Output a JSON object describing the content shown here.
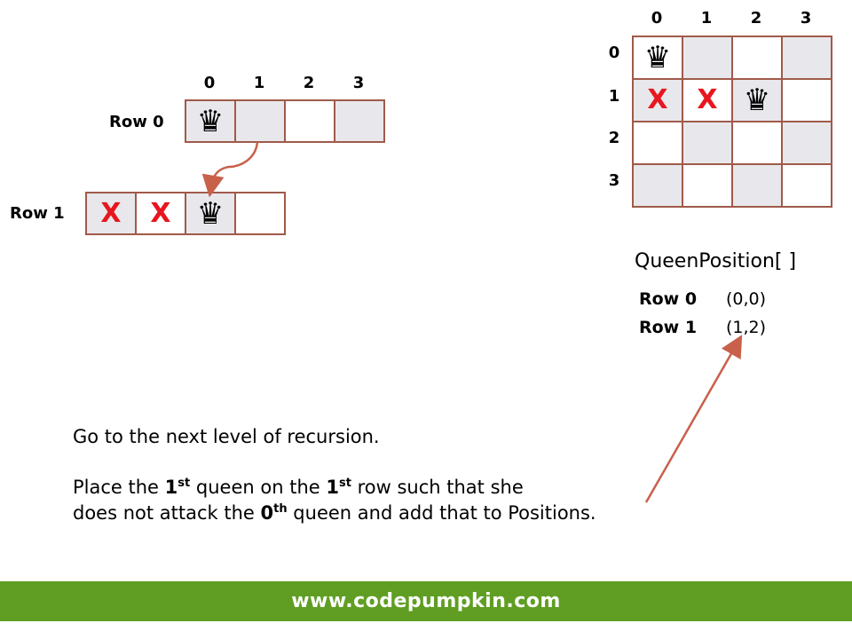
{
  "left": {
    "col_indices": [
      "0",
      "1",
      "2",
      "3"
    ],
    "row0_label": "Row 0",
    "row1_label": "Row 1",
    "row0_cells": [
      "queen",
      "",
      "",
      ""
    ],
    "row1_cells": [
      "x",
      "x",
      "queen",
      ""
    ]
  },
  "board": {
    "col_indices": [
      "0",
      "1",
      "2",
      "3"
    ],
    "row_indices": [
      "0",
      "1",
      "2",
      "3"
    ],
    "cells": [
      [
        "queen",
        "",
        "",
        ""
      ],
      [
        "x",
        "x",
        "queen",
        ""
      ],
      [
        "",
        "",
        "",
        ""
      ],
      [
        "",
        "",
        "",
        ""
      ]
    ]
  },
  "positions": {
    "title": "QueenPosition[ ]",
    "rows": [
      {
        "label": "Row 0",
        "value": "(0,0)"
      },
      {
        "label": "Row 1",
        "value": "(1,2)"
      }
    ]
  },
  "text": {
    "line1": "Go to the next level of recursion.",
    "line2a": "Place the ",
    "line2b": "1",
    "line2c": "st",
    "line2d": " queen on the ",
    "line2e": "1",
    "line2f": "st",
    "line2g": " row such that she",
    "line3a": "does not attack the ",
    "line3b": "0",
    "line3c": "th",
    "line3d": " queen and add that to Positions."
  },
  "footer": "www.codepumpkin.com",
  "icons": {
    "queen": "queen-icon",
    "x": "x-mark-icon"
  },
  "colors": {
    "border": "#a05a4a",
    "shade": "#e8e8ec",
    "x": "#e8161e",
    "arrow": "#c8604a",
    "footer_bg": "#5f9e23"
  }
}
